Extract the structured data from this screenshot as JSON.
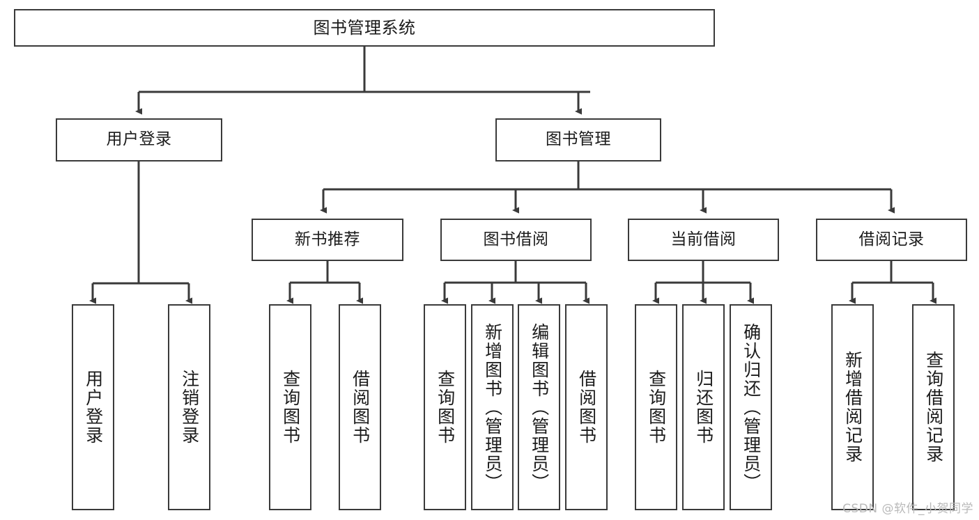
{
  "diagram": {
    "type": "tree",
    "title": "图书管理系统",
    "theme": {
      "stroke": "#3a3a3a",
      "fill": "#ffffff",
      "text": "#1b1b1b",
      "background": "#ffffff",
      "watermark_color": "#b9b9b9"
    },
    "nodes": {
      "root": {
        "label": "图书管理系统"
      },
      "l2": [
        {
          "id": "user_login",
          "label": "用户登录"
        },
        {
          "id": "book_manage",
          "label": "图书管理"
        }
      ],
      "l3": [
        {
          "id": "new_book_rec",
          "label": "新书推荐"
        },
        {
          "id": "book_borrow",
          "label": "图书借阅"
        },
        {
          "id": "current_borrow",
          "label": "当前借阅"
        },
        {
          "id": "borrow_record",
          "label": "借阅记录"
        }
      ],
      "leaves": [
        {
          "id": "leaf_user_login",
          "label": "用户登录",
          "parent": "user_login"
        },
        {
          "id": "leaf_user_logout",
          "label": "注销登录",
          "parent": "user_login"
        },
        {
          "id": "leaf_query_book_1",
          "label": "查询图书",
          "parent": "new_book_rec"
        },
        {
          "id": "leaf_borrow_book_1",
          "label": "借阅图书",
          "parent": "new_book_rec"
        },
        {
          "id": "leaf_query_book_2",
          "label": "查询图书",
          "parent": "book_borrow"
        },
        {
          "id": "leaf_add_book",
          "label": "新增图书（管理员）",
          "parent": "book_borrow"
        },
        {
          "id": "leaf_edit_book",
          "label": "编辑图书（管理员）",
          "parent": "book_borrow"
        },
        {
          "id": "leaf_borrow_book_2",
          "label": "借阅图书",
          "parent": "book_borrow"
        },
        {
          "id": "leaf_query_book_3",
          "label": "查询图书",
          "parent": "current_borrow"
        },
        {
          "id": "leaf_return_book",
          "label": "归还图书",
          "parent": "current_borrow"
        },
        {
          "id": "leaf_confirm_return",
          "label": "确认归还（管理员）",
          "parent": "current_borrow"
        },
        {
          "id": "leaf_add_record",
          "label": "新增借阅记录",
          "parent": "borrow_record"
        },
        {
          "id": "leaf_query_record",
          "label": "查询借阅记录",
          "parent": "borrow_record"
        }
      ]
    },
    "watermark": "CSDN @软件_小贺同学"
  }
}
